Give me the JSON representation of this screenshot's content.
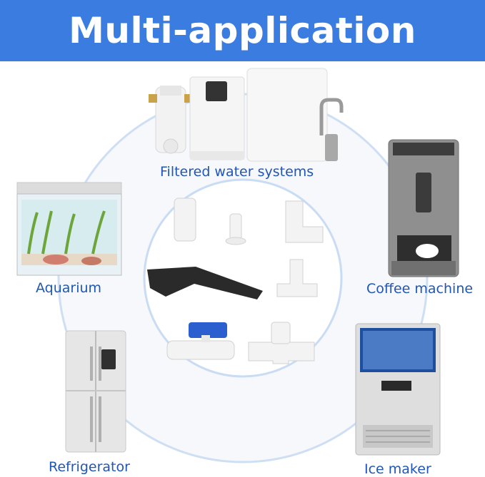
{
  "header": {
    "title": "Multi-application"
  },
  "applications": {
    "filtered_water": "Filtered water systems",
    "aquarium": "Aquarium",
    "coffee": "Coffee machine",
    "refrigerator": "Refrigerator",
    "ice_maker": "Ice maker"
  },
  "colors": {
    "banner": "#3a7ce0",
    "label": "#1f56b8",
    "circle": "#c9dcf3"
  }
}
